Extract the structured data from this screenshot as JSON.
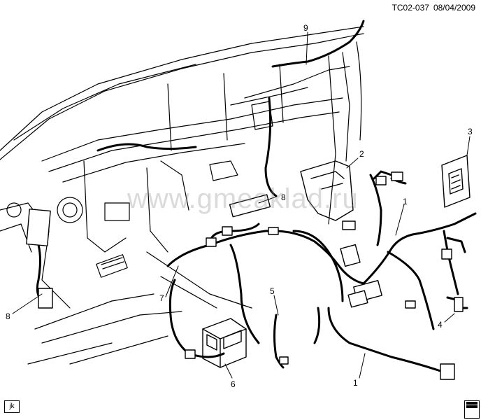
{
  "header": {
    "code": "TC02-037",
    "date": "08/04/2009"
  },
  "watermark": "www.gmeaklad.ru",
  "callouts": [
    {
      "id": "c9",
      "label": "9"
    },
    {
      "id": "c3",
      "label": "3"
    },
    {
      "id": "c2",
      "label": "2"
    },
    {
      "id": "c8a",
      "label": "8"
    },
    {
      "id": "c1a",
      "label": "1"
    },
    {
      "id": "c7",
      "label": "7"
    },
    {
      "id": "c5",
      "label": "5"
    },
    {
      "id": "c8b",
      "label": "8"
    },
    {
      "id": "c4",
      "label": "4"
    },
    {
      "id": "c6",
      "label": "6"
    },
    {
      "id": "c1b",
      "label": "1"
    }
  ],
  "footer": {
    "tag": "jk",
    "logo": "gm spo"
  }
}
